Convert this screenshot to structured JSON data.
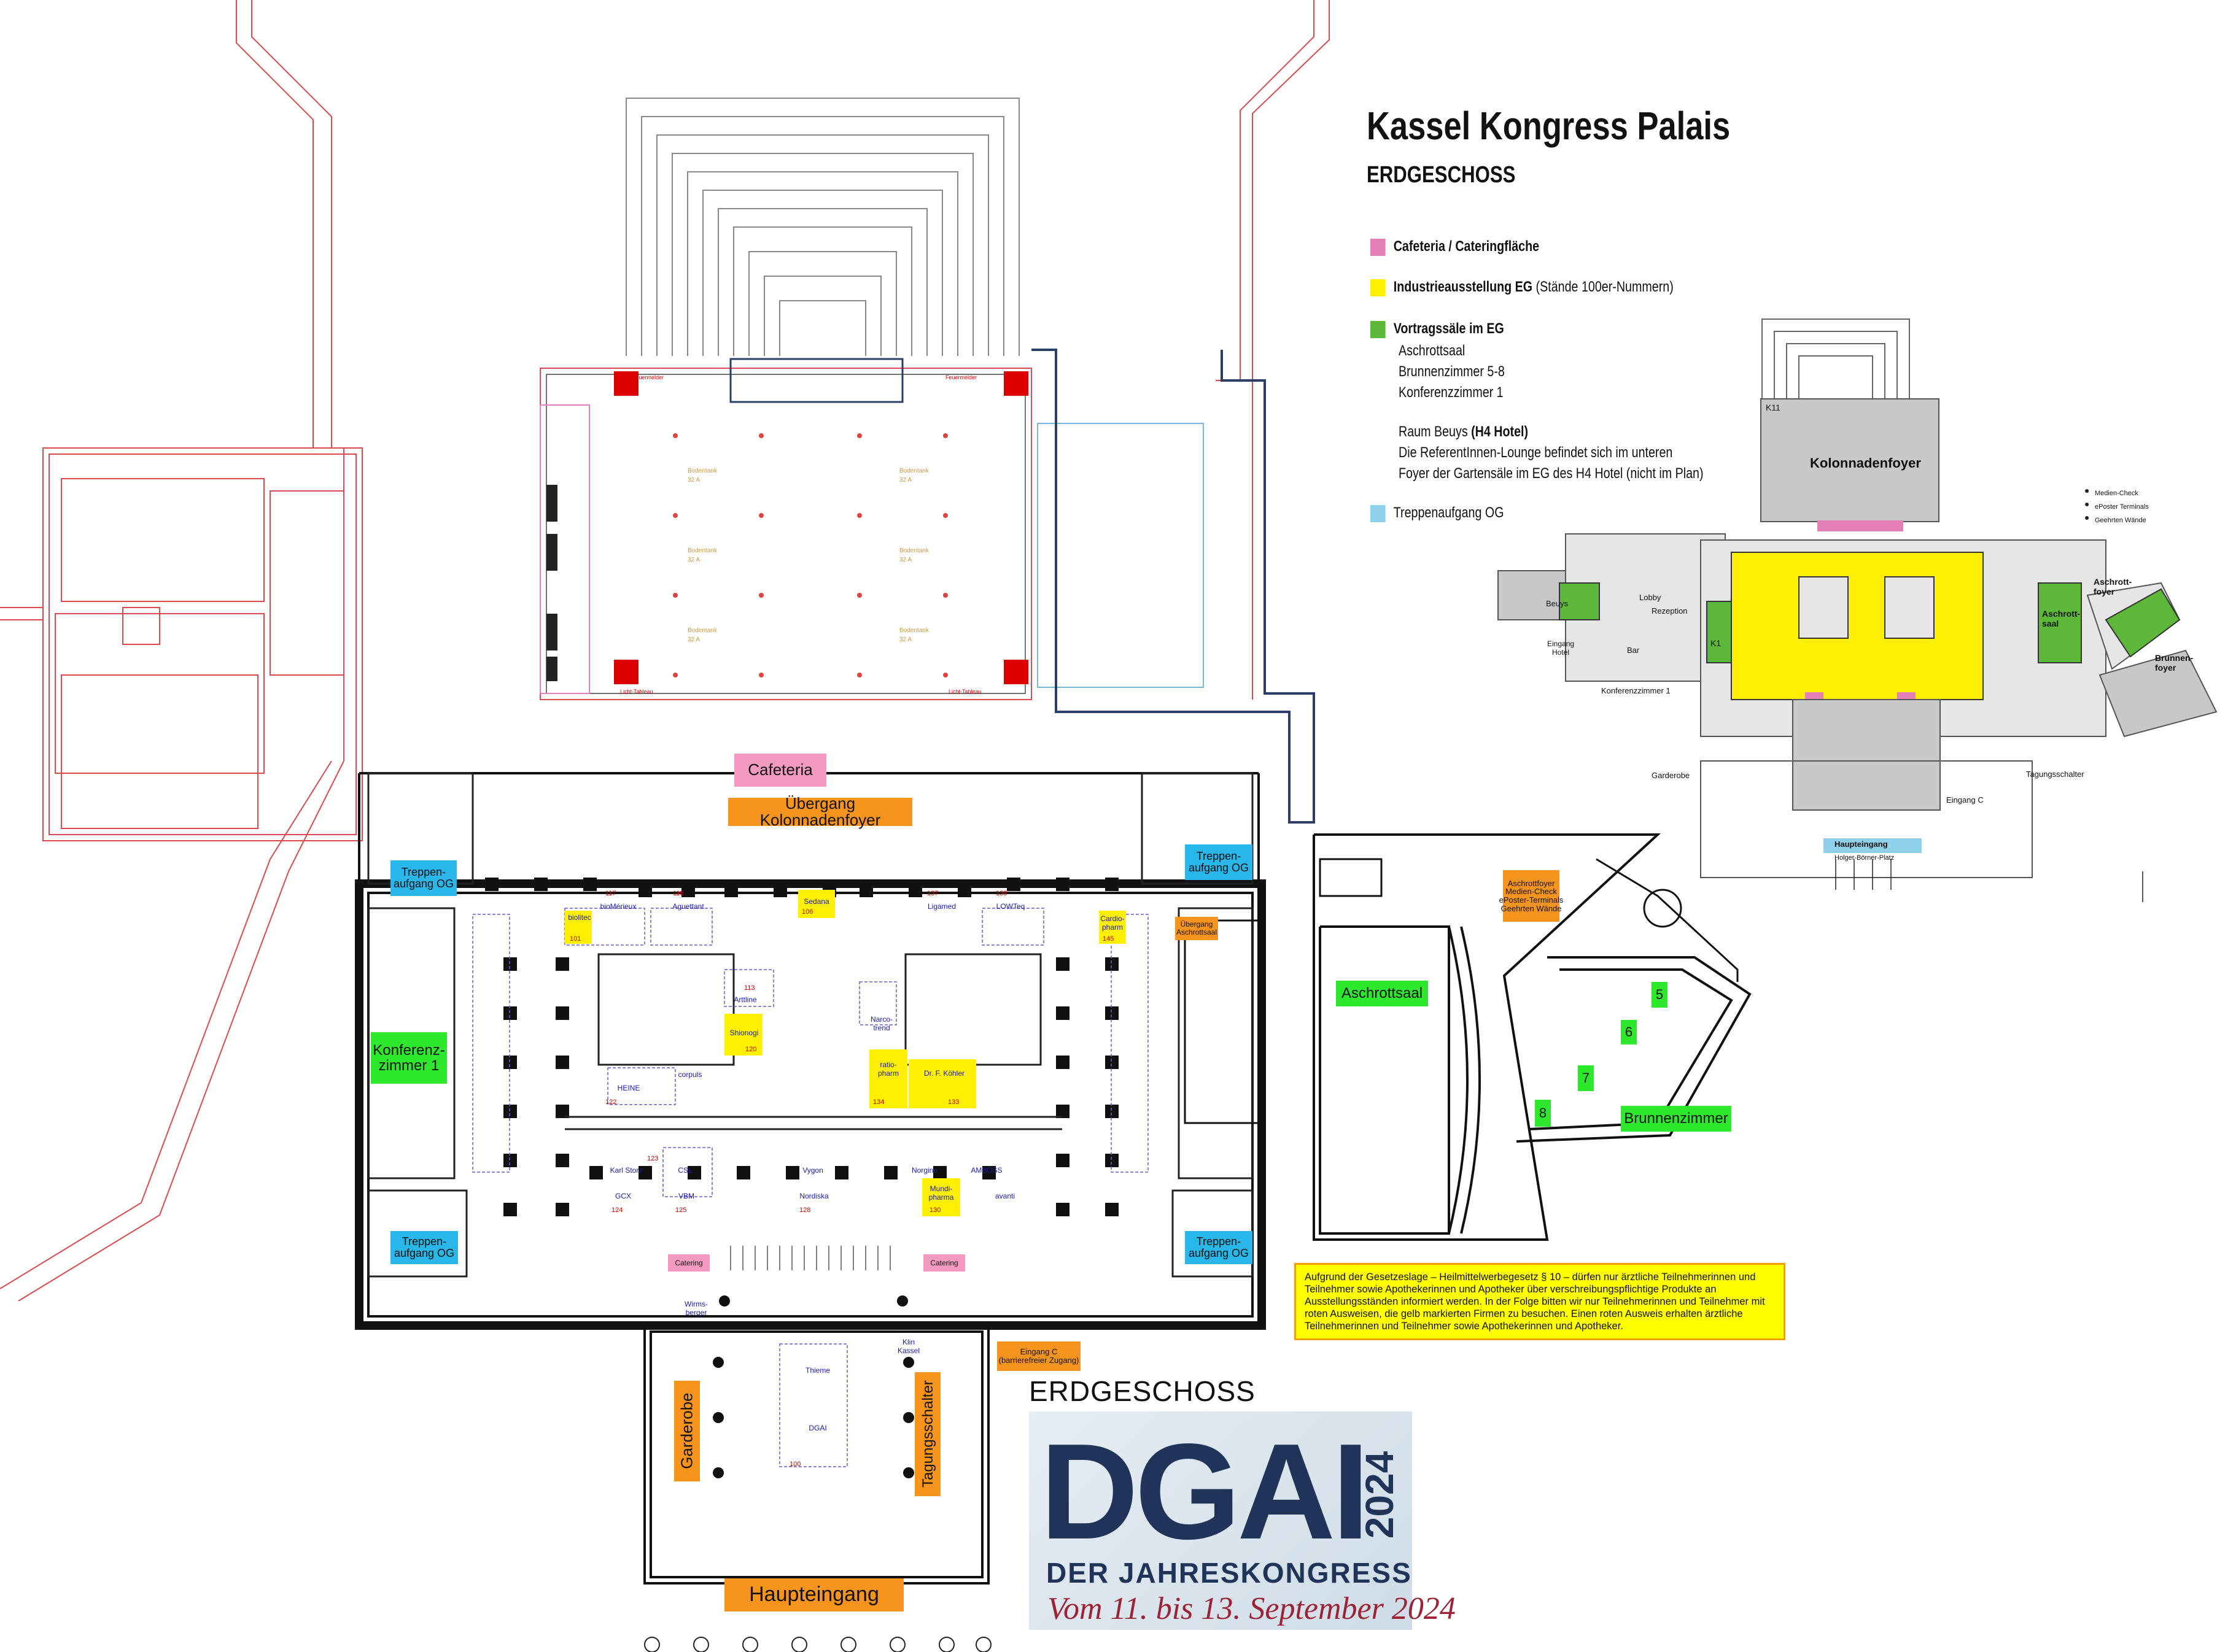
{
  "header": {
    "title": "Kassel Kongress Palais",
    "subtitle": "ERDGESCHOSS"
  },
  "legend": {
    "catering": {
      "label": "Cafeteria / Cateringfläche",
      "color": "#e57fb8"
    },
    "industry": {
      "label": "Industrieausstellung EG",
      "note": "(Stände 100er-Nummern)",
      "color": "#ffef00"
    },
    "halls": {
      "label": "Vortragssäle im EG",
      "items": [
        "Aschrottsaal",
        "Brunnenzimmer 5-8",
        "Konferenzzimmer 1"
      ],
      "color": "#5db83a"
    },
    "beuys": {
      "label": "Raum Beuys",
      "label_bold": "(H4 Hotel)",
      "lines": [
        "Die ReferentInnen-Lounge befindet sich im unteren",
        "Foyer der Gartensäle im EG des H4 Hotel (nicht im Plan)"
      ]
    },
    "stairs": {
      "label": "Treppenaufgang OG",
      "color": "#8fd0ea"
    }
  },
  "notice": "Aufgrund der Gesetzeslage – Heilmittelwerbegesetz § 10 – dürfen nur ärztliche Teilnehmerinnen und Teilnehmer sowie Apothekerinnen und Apotheker über verschreibungspflichtige Produkte an Ausstellungsständen informiert werden. In der Folge bitten wir nur Teilnehmerinnen und Teilnehmer mit roten Ausweisen, die gelb markierten Firmen zu besuchen. Einen roten Ausweis erhalten ärztliche Teilnehmerinnen und Teilnehmer sowie Apothekerinnen und Apotheker.",
  "areas": {
    "cafeteria": "Cafeteria",
    "uebergang": "Übergang Kolonnadenfoyer",
    "stairs_tl": "Treppen-\naufgang OG",
    "stairs_tr": "Treppen-\naufgang OG",
    "stairs_bl": "Treppen-\naufgang OG",
    "stairs_br": "Treppen-\naufgang OG",
    "konferenz": "Konferenz-\nzimmer 1",
    "aschrottsaal": "Aschrottsaal",
    "brunnenzimmer": "Brunnenzimmer",
    "room5": "5",
    "room6": "6",
    "room7": "7",
    "room8": "8",
    "aschrottfoyer": "Aschrottfoyer\nMedien-Check\nePoster-Terminals\nGeehrten Wände",
    "uebergang_aschrott": "Übergang\nAschrottsaal",
    "garderobe": "Garderobe",
    "tagungsschalter": "Tagungsschalter",
    "haupteingang": "Haupteingang",
    "eingang_c": "Eingang C\n(barrierefreier Zugang)",
    "catering_left": "Catering",
    "catering_right": "Catering"
  },
  "stands": [
    {
      "name": "biolitec",
      "num": "101"
    },
    {
      "name": "bioMérieux",
      "num": "117"
    },
    {
      "name": "Aguettant",
      "num": "118"
    },
    {
      "name": "Sedana",
      "num": "106"
    },
    {
      "name": "Ligamed",
      "num": "137"
    },
    {
      "name": "LOWTeq",
      "num": "138"
    },
    {
      "name": "Cardio-pharm",
      "num": "145"
    },
    {
      "name": "Arttline",
      "num": "113"
    },
    {
      "name": "Shionogi",
      "num": "120"
    },
    {
      "name": "Narco-trend",
      "num": ""
    },
    {
      "name": "ratio-pharm",
      "num": "134"
    },
    {
      "name": "Dr. F. Köhler",
      "num": "133"
    },
    {
      "name": "corpuls",
      "num": ""
    },
    {
      "name": "HEINE",
      "num": "122"
    },
    {
      "name": "Karl Storz",
      "num": "123"
    },
    {
      "name": "CSL",
      "num": ""
    },
    {
      "name": "Vygon",
      "num": ""
    },
    {
      "name": "Norgine",
      "num": ""
    },
    {
      "name": "AMBOSS",
      "num": ""
    },
    {
      "name": "GCX",
      "num": "124"
    },
    {
      "name": "VBM",
      "num": "125"
    },
    {
      "name": "Nordiska",
      "num": "128"
    },
    {
      "name": "Mundi-pharma",
      "num": "130"
    },
    {
      "name": "avanti",
      "num": ""
    },
    {
      "name": "Thieme",
      "num": ""
    },
    {
      "name": "DGAI",
      "num": "100"
    },
    {
      "name": "Wirms-berger",
      "num": ""
    },
    {
      "name": "Klin Kassel",
      "num": ""
    }
  ],
  "overview": {
    "kolonnadenfoyer": "Kolonnadenfoyer",
    "k11": "K11",
    "beuys": "Beuys",
    "lobby": "Lobby",
    "rezeption": "Rezeption",
    "bar": "Bar",
    "eingang_hotel": "Eingang\nHotel",
    "k1": "K1",
    "konferenzzimmer": "Konferenzzimmer 1",
    "garderobe": "Garderobe",
    "tagungsschalter": "Tagungsschalter",
    "eingang_c": "Eingang C",
    "haupteingang": "Haupteingang",
    "platz": "Holger-Börner-Platz",
    "aschrottsaal": "Aschrott-\nsaal",
    "aschrottfoyer": "Aschrott-\nfoyer",
    "brunnenfoyer": "Brunnen-\nfoyer",
    "notes": [
      "Medien-Check",
      "ePoster Terminals",
      "Geehrten Wände"
    ]
  },
  "logo": {
    "heading": "ERDGESCHOSS",
    "main": "DGAI",
    "year": "2024",
    "sub": "DER JAHRESKONGRESS",
    "date": "Vom 11. bis 13. September 2024"
  }
}
